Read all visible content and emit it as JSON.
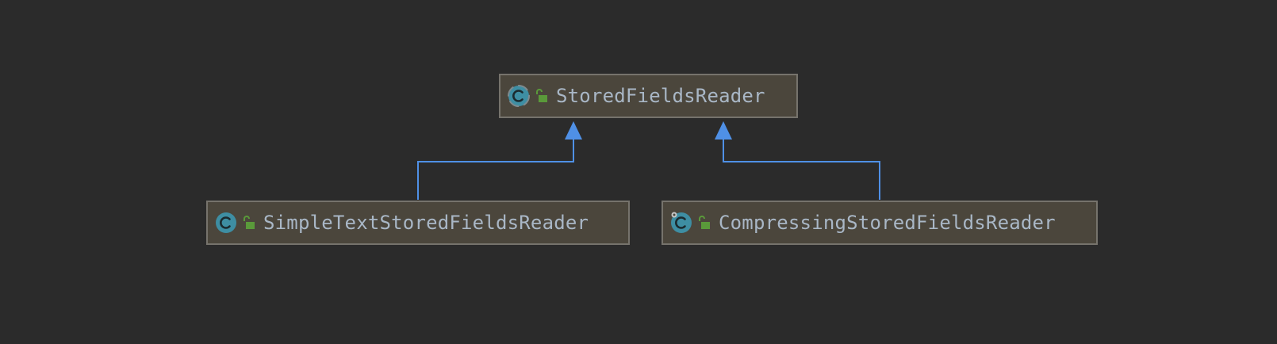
{
  "diagram": {
    "nodes": [
      {
        "id": "stored-fields-reader",
        "label": "StoredFieldsReader",
        "icon": "abstract-class-icon",
        "visibility": "public"
      },
      {
        "id": "simple-text-stored-fields-reader",
        "label": "SimpleTextStoredFieldsReader",
        "icon": "class-icon",
        "visibility": "public"
      },
      {
        "id": "compressing-stored-fields-reader",
        "label": "CompressingStoredFieldsReader",
        "icon": "final-class-icon",
        "visibility": "public"
      }
    ],
    "edges": [
      {
        "from": "simple-text-stored-fields-reader",
        "to": "stored-fields-reader",
        "type": "extends"
      },
      {
        "from": "compressing-stored-fields-reader",
        "to": "stored-fields-reader",
        "type": "extends"
      }
    ]
  },
  "colors": {
    "background": "#2b2b2b",
    "node_fill": "#4b463c",
    "node_border": "#76736c",
    "text": "#a9b7c6",
    "class_icon": "#3e8ea3",
    "lock_icon": "#5a9a3a",
    "edge": "#4f90e6"
  }
}
